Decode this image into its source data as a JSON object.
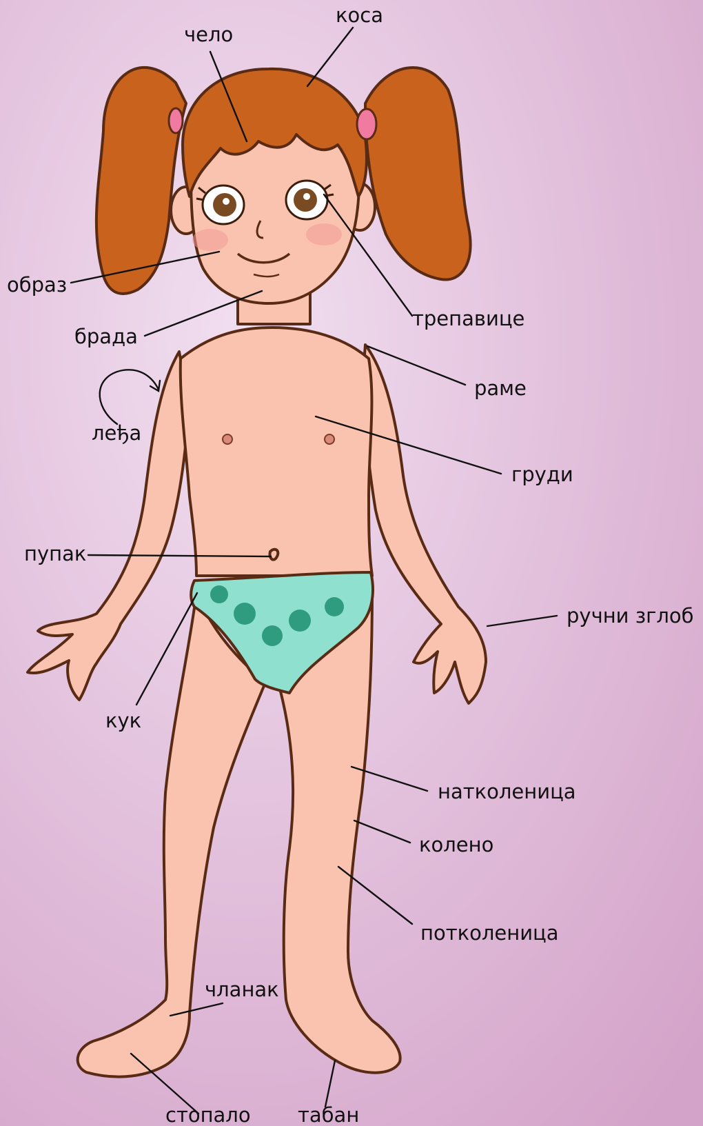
{
  "labels": {
    "kosa": "коса",
    "chelo": "чело",
    "obraz": "образ",
    "brada": "брада",
    "trepavice": "трепавице",
    "rame": "раме",
    "ledja": "леђа",
    "grudi": "груди",
    "pupak": "пупак",
    "rucni_zglob": "ручни зглоб",
    "kuk": "кук",
    "natkolenica": "натколеница",
    "koleno": "колено",
    "potkolenica": "потколеница",
    "chlanak": "чланак",
    "stopalo": "стопало",
    "taban": "табан"
  },
  "colors": {
    "background_light": "#ecd6ea",
    "background_dark": "#d9a9cf",
    "skin": "#f9c3b0",
    "hair": "#c8621d",
    "underwear": "#8fe0cf",
    "underwear_pattern": "#2f9c80",
    "hair_tie": "#f07aa0",
    "eyes": "#7a4a22"
  }
}
